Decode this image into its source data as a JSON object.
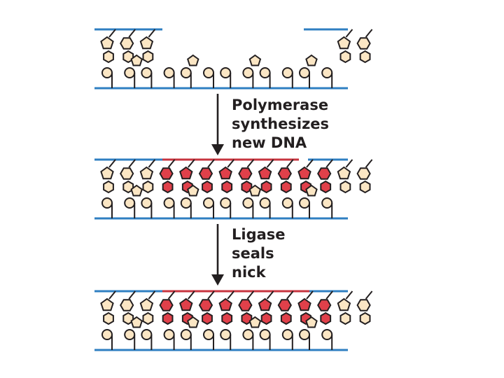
{
  "steps": [
    {
      "label_lines": [
        "Polymerase",
        "synthesizes",
        "new DNA"
      ]
    },
    {
      "label_lines": [
        "Ligase",
        "seals",
        "nick"
      ]
    }
  ],
  "panels": [
    {
      "stage": "gapped",
      "top_strand_segments": [
        "old",
        "gap",
        "old"
      ],
      "top_nucleotides": [
        1,
        1,
        1,
        0,
        0,
        0,
        0,
        0,
        0,
        0,
        0,
        0,
        1,
        1
      ]
    },
    {
      "stage": "nicked",
      "top_strand_segments": [
        "old",
        "new",
        "nick",
        "old"
      ],
      "top_nucleotides": [
        1,
        1,
        1,
        2,
        2,
        2,
        2,
        2,
        2,
        2,
        2,
        2,
        1,
        1
      ]
    },
    {
      "stage": "sealed",
      "top_strand_segments": [
        "old",
        "new",
        "old"
      ],
      "top_nucleotides": [
        1,
        1,
        1,
        2,
        2,
        2,
        2,
        2,
        2,
        2,
        2,
        2,
        1,
        1
      ]
    }
  ],
  "colors": {
    "backbone_old": "#2f7fc2",
    "backbone_new": "#c7343f",
    "nucleotide_old_fill": "#fbe6c4",
    "nucleotide_new_fill": "#e0404a",
    "outline": "#231f20",
    "arrow": "#231f20"
  },
  "icons": [
    "down-arrow-icon"
  ]
}
